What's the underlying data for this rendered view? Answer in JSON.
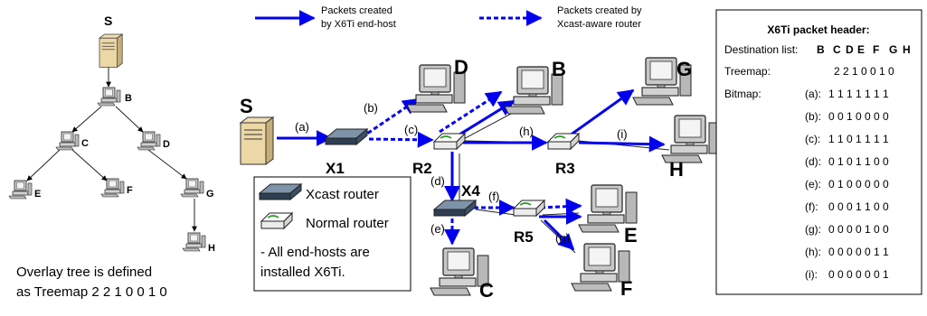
{
  "legend_top": {
    "solid_label_line1": "Packets created",
    "solid_label_line2": "by X6Ti end-host",
    "dotted_label_line1": "Packets created by",
    "dotted_label_line2": "Xcast-aware router",
    "arrow_color": "#0000ee"
  },
  "overlay_tree": {
    "nodes": {
      "s": "S",
      "b": "B",
      "c": "C",
      "d": "D",
      "e": "E",
      "f": "F",
      "g": "G",
      "h": "H"
    },
    "caption_line1": "Overlay tree is defined",
    "caption_line2": "as Treemap 2 2 1 0 0 1 0"
  },
  "network": {
    "hosts": {
      "s": "S",
      "b": "B",
      "c": "C",
      "d": "D",
      "e": "E",
      "f": "F",
      "g": "G",
      "h": "H"
    },
    "routers": {
      "x1": "X1",
      "x4": "X4",
      "r2": "R2",
      "r3": "R3",
      "r5": "R5"
    },
    "link_labels": {
      "a": "(a)",
      "b": "(b)",
      "c": "(c)",
      "d": "(d)",
      "e": "(e)",
      "f": "(f)",
      "g": "(g)",
      "h": "(h)",
      "i": "(i)"
    }
  },
  "router_legend": {
    "xcast_router": "Xcast router",
    "normal_router": "Normal router",
    "note_line1": "- All end-hosts are",
    "note_line2": "installed X6Ti."
  },
  "header_panel": {
    "title": "X6Ti packet header:",
    "dest_label": "Destination list:",
    "dest_values": [
      "B",
      "C",
      "D",
      "E",
      "F",
      "G",
      "H"
    ],
    "treemap_label": "Treemap:",
    "treemap_values": "2 2 1 0 0 1 0",
    "bitmap_label": "Bitmap:",
    "bitmap_rows": [
      {
        "label": "(a):",
        "bits": "1 1 1 1 1 1 1"
      },
      {
        "label": "(b):",
        "bits": "0 0 1 0 0 0 0"
      },
      {
        "label": "(c):",
        "bits": "1 1 0 1 1 1 1"
      },
      {
        "label": "(d):",
        "bits": "0 1 0 1 1 0 0"
      },
      {
        "label": "(e):",
        "bits": "0 1 0 0 0 0 0"
      },
      {
        "label": "(f):",
        "bits": "0 0 0 1 1 0 0"
      },
      {
        "label": "(g):",
        "bits": "0 0 0 0 1 0 0"
      },
      {
        "label": "(h):",
        "bits": "0 0 0 0 0 1 1"
      },
      {
        "label": "(i):",
        "bits": "0 0 0 0 0 0 1"
      }
    ]
  }
}
